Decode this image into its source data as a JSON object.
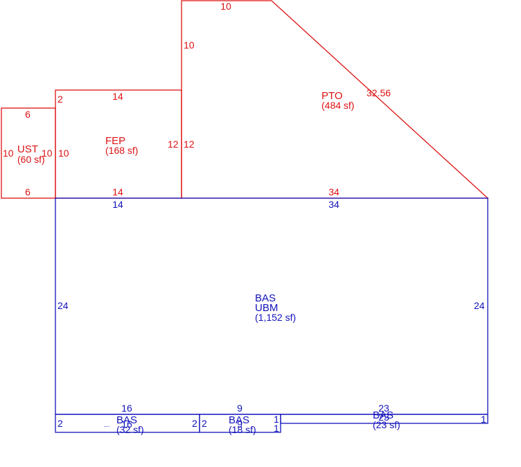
{
  "colors": {
    "upper": "#dd1111",
    "lower": "#1111bb",
    "background": "#ffffff"
  },
  "areas": {
    "ust": {
      "code": "UST",
      "area": "(60 sf)",
      "dims": {
        "top": "6",
        "bottom": "6",
        "left": "10",
        "right": "10"
      }
    },
    "fep": {
      "code": "FEP",
      "area": "(168 sf)",
      "dims": {
        "top": "14",
        "bottom": "14",
        "left": "10",
        "right": "12",
        "corner": "2"
      }
    },
    "pto": {
      "code": "PTO",
      "area": "(484 sf)",
      "dims": {
        "top": "10",
        "left": "10",
        "left_lower": "12",
        "diagonal": "32.56",
        "bottom": "34"
      }
    },
    "bas_main": {
      "code": "BAS",
      "code2": "UBM",
      "area": "(1,152 sf)",
      "dims": {
        "top_left": "14",
        "top_right": "34",
        "left": "24",
        "right": "24"
      }
    },
    "bas_left": {
      "code": "BAS",
      "area": "(32 sf)",
      "dims": {
        "top": "16",
        "left": "2",
        "right": "2",
        "bottom": "16"
      }
    },
    "bas_mid": {
      "code": "BAS",
      "area": "(18 sf)",
      "dims": {
        "top": "9",
        "left": "2",
        "right_top": "1",
        "right_bottom": "1",
        "bottom": "9"
      }
    },
    "bas_right": {
      "code": "BAS",
      "area": "(23 sf)",
      "dims": {
        "top": "23",
        "right": "1",
        "bottom": "23"
      }
    }
  },
  "misc": {
    "ellipsis": "..."
  }
}
